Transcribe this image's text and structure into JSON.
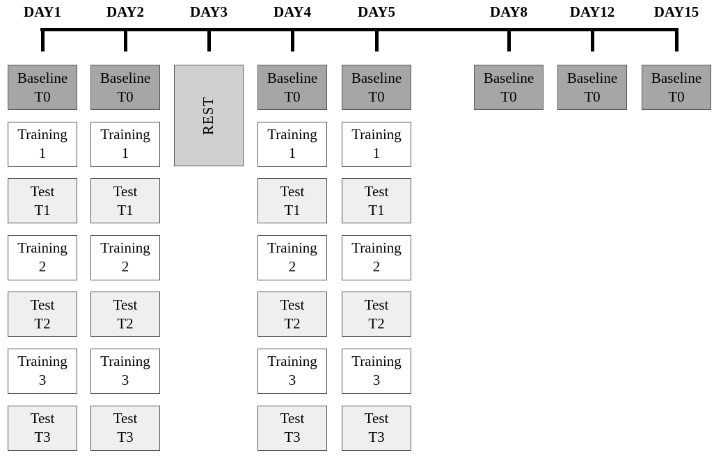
{
  "colors": {
    "baseline_fill": "#a6a6a6",
    "training_fill": "#ffffff",
    "test_fill": "#efefef",
    "rest_fill": "#d0d0d0",
    "timeline": "#000000"
  },
  "days": [
    {
      "label": "DAY1",
      "boxes": [
        {
          "kind": "baseline",
          "line1": "Baseline",
          "line2": "T0"
        },
        {
          "kind": "training",
          "line1": "Training",
          "line2": "1"
        },
        {
          "kind": "test",
          "line1": "Test",
          "line2": "T1"
        },
        {
          "kind": "training",
          "line1": "Training",
          "line2": "2"
        },
        {
          "kind": "test",
          "line1": "Test",
          "line2": "T2"
        },
        {
          "kind": "training",
          "line1": "Training",
          "line2": "3"
        },
        {
          "kind": "test",
          "line1": "Test",
          "line2": "T3"
        }
      ]
    },
    {
      "label": "DAY2",
      "boxes": [
        {
          "kind": "baseline",
          "line1": "Baseline",
          "line2": "T0"
        },
        {
          "kind": "training",
          "line1": "Training",
          "line2": "1"
        },
        {
          "kind": "test",
          "line1": "Test",
          "line2": "T1"
        },
        {
          "kind": "training",
          "line1": "Training",
          "line2": "2"
        },
        {
          "kind": "test",
          "line1": "Test",
          "line2": "T2"
        },
        {
          "kind": "training",
          "line1": "Training",
          "line2": "3"
        },
        {
          "kind": "test",
          "line1": "Test",
          "line2": "T3"
        }
      ]
    },
    {
      "label": "DAY3",
      "boxes": [
        {
          "kind": "rest",
          "line1": "REST"
        }
      ]
    },
    {
      "label": "DAY4",
      "boxes": [
        {
          "kind": "baseline",
          "line1": "Baseline",
          "line2": "T0"
        },
        {
          "kind": "training",
          "line1": "Training",
          "line2": "1"
        },
        {
          "kind": "test",
          "line1": "Test",
          "line2": "T1"
        },
        {
          "kind": "training",
          "line1": "Training",
          "line2": "2"
        },
        {
          "kind": "test",
          "line1": "Test",
          "line2": "T2"
        },
        {
          "kind": "training",
          "line1": "Training",
          "line2": "3"
        },
        {
          "kind": "test",
          "line1": "Test",
          "line2": "T3"
        }
      ]
    },
    {
      "label": "DAY5",
      "boxes": [
        {
          "kind": "baseline",
          "line1": "Baseline",
          "line2": "T0"
        },
        {
          "kind": "training",
          "line1": "Training",
          "line2": "1"
        },
        {
          "kind": "test",
          "line1": "Test",
          "line2": "T1"
        },
        {
          "kind": "training",
          "line1": "Training",
          "line2": "2"
        },
        {
          "kind": "test",
          "line1": "Test",
          "line2": "T2"
        },
        {
          "kind": "training",
          "line1": "Training",
          "line2": "3"
        },
        {
          "kind": "test",
          "line1": "Test",
          "line2": "T3"
        }
      ]
    },
    {
      "label": "DAY8",
      "boxes": [
        {
          "kind": "baseline",
          "line1": "Baseline",
          "line2": "T0"
        }
      ]
    },
    {
      "label": "DAY12",
      "boxes": [
        {
          "kind": "baseline",
          "line1": "Baseline",
          "line2": "T0"
        }
      ]
    },
    {
      "label": "DAY15",
      "boxes": [
        {
          "kind": "baseline",
          "line1": "Baseline",
          "line2": "T0"
        }
      ]
    }
  ]
}
